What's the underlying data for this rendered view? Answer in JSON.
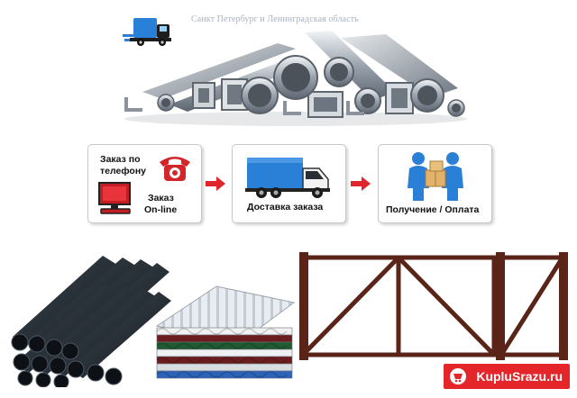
{
  "header": {
    "region_caption": "Санкт Петербург и Ленинградская область"
  },
  "steps": [
    {
      "line1": "Заказ по",
      "line2": "телефону",
      "line3": "Заказ",
      "line4": "On-line"
    },
    {
      "label": "Доставка заказа"
    },
    {
      "label": "Получение / Оплата"
    }
  ],
  "watermark": {
    "text": "KupluSrazu.ru"
  },
  "colors": {
    "arrow": "#e0262c",
    "truck_blue": "#2a7fd6",
    "phone_red": "#d4252b",
    "gate_frame": "#5a2418",
    "watermark_red": "#e4262a"
  }
}
